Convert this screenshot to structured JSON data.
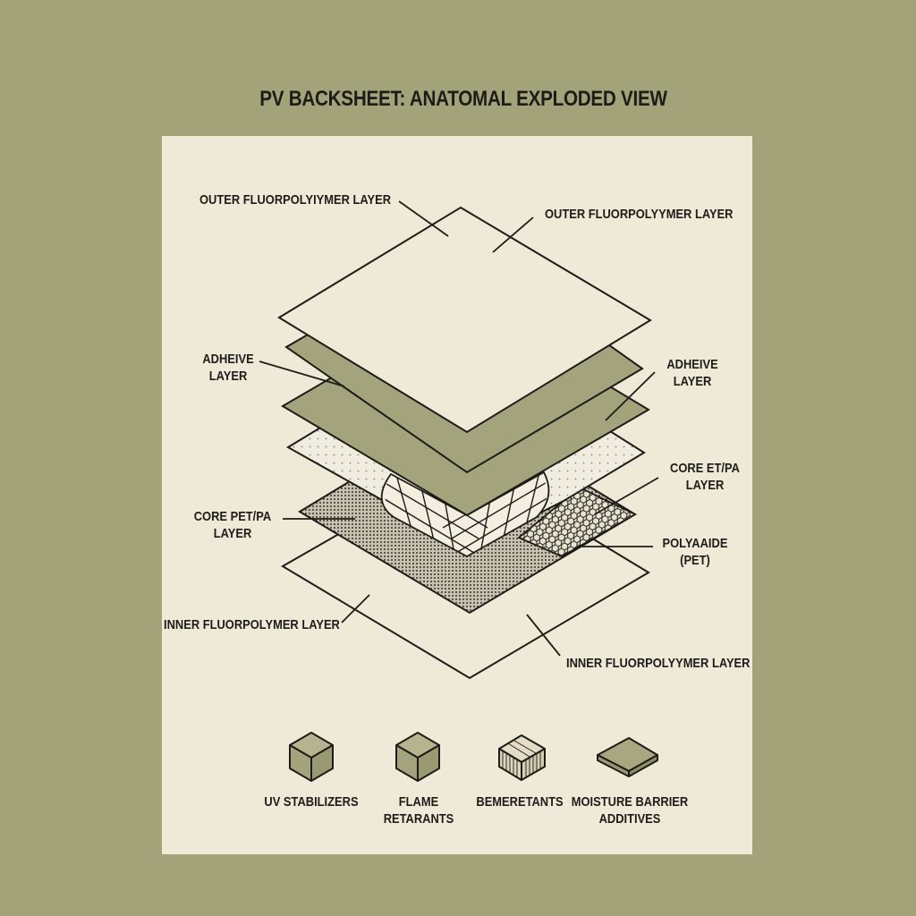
{
  "title": "PV BACKSHEET: ANATOMAL EXPLODED VIEW",
  "colors": {
    "background": "#a3a37a",
    "panel": "#efe9d8",
    "olive_fill": "#a4a47c",
    "line": "#1c1c18"
  },
  "layers": [
    {
      "name": "outer-fluoropolymer",
      "fill": "white",
      "order": 1
    },
    {
      "name": "adhesive-1",
      "fill": "olive",
      "order": 2
    },
    {
      "name": "adhesive-2",
      "fill": "olive",
      "order": 3
    },
    {
      "name": "core-dotted",
      "fill": "sparse-dots",
      "order": 4
    },
    {
      "name": "mesh-core",
      "fill": "grid-mesh",
      "order": 5
    },
    {
      "name": "core-pet-pa",
      "fill": "dense-halftone",
      "order": 6
    },
    {
      "name": "polyamide-hex",
      "fill": "hex-mesh",
      "order": 7
    },
    {
      "name": "inner-fluoropolymer",
      "fill": "white",
      "order": 8
    }
  ],
  "labels": {
    "outer_left": "OUTER FLUORPOLYIYMER LAYER",
    "outer_right": "OUTER FLUORPOLYYMER LAYER",
    "adhesive_left": [
      "ADHEIVE",
      "LAYER"
    ],
    "adhesive_right": [
      "ADHEIVE",
      "LAYER"
    ],
    "core_left": [
      "CORE PET/PA",
      "LAYER"
    ],
    "core_right": [
      "CORE ET/PA",
      "LAYER"
    ],
    "polyamide_right": [
      "POLYAAIDE",
      "(PET)"
    ],
    "inner_left": "INNER FLUORPOLYMER LAYER",
    "inner_right": "INNER FLUORPOLYYMER LAYER"
  },
  "legend": [
    {
      "icon": "cube-icon",
      "label": [
        "UV STABILIZERS"
      ]
    },
    {
      "icon": "cube-icon",
      "label": [
        "FLAME",
        "RETARANTS"
      ]
    },
    {
      "icon": "striped-cube-icon",
      "label": [
        "BEMERETANTS"
      ]
    },
    {
      "icon": "flat-slab-icon",
      "label": [
        "MOISTURE BARRIER",
        "ADDITIVES"
      ]
    }
  ]
}
